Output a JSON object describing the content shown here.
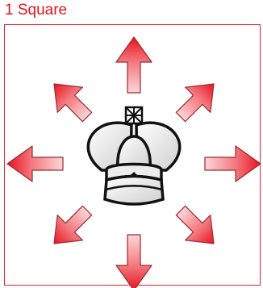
{
  "caption": "1 Square",
  "colors": {
    "label": "#e8141c",
    "frame": "#e8242c",
    "arrow_dark": "#e8121e",
    "arrow_light": "#fbd6d8",
    "arrow_outline": "#9a2a2e",
    "king_fill": "#e6e6e6",
    "king_outline": "#111111"
  },
  "directions": [
    "up",
    "up-right",
    "right",
    "down-right",
    "down",
    "down-left",
    "left",
    "up-left"
  ],
  "piece": "white-king-icon"
}
